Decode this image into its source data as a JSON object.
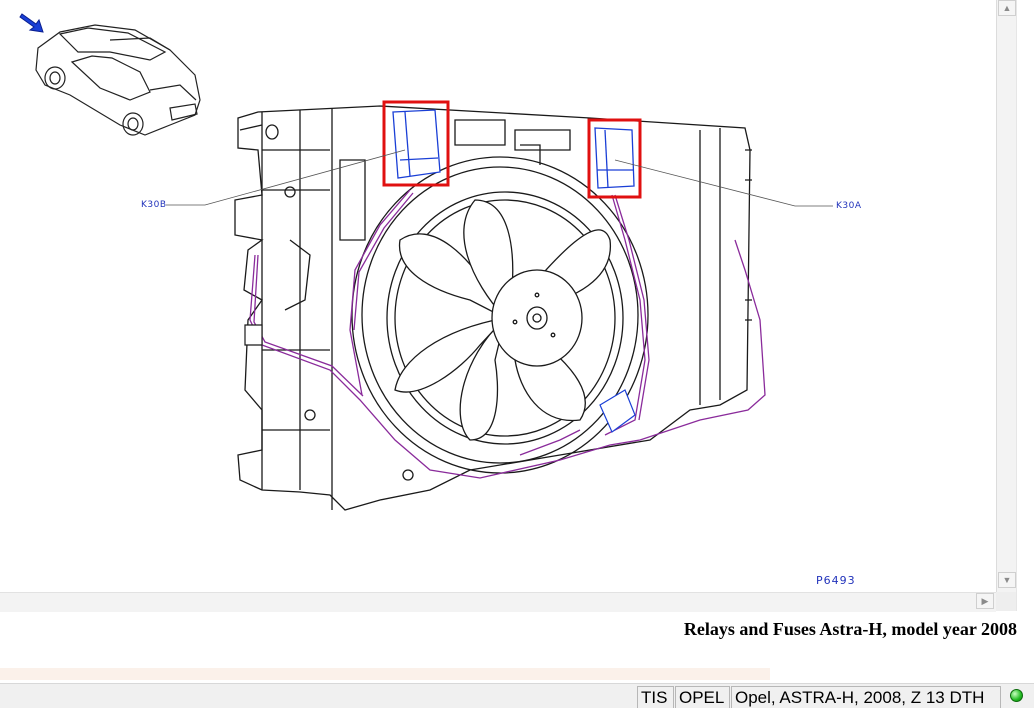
{
  "diagram": {
    "callouts": {
      "left": "K30B",
      "right": "K30A"
    },
    "figure_number": "P6493",
    "highlight_color": "#e01010",
    "harness_color": "#8a2b9b",
    "label_color": "#2233bb"
  },
  "caption": "Relays and Fuses Astra-H, model year 2008",
  "statusbar": {
    "app": "TIS",
    "make": "OPEL",
    "vehicle": "Opel, ASTRA-H, 2008, Z 13 DTH",
    "status_icon": "status-ok-icon",
    "status_color": "#22bb22"
  }
}
